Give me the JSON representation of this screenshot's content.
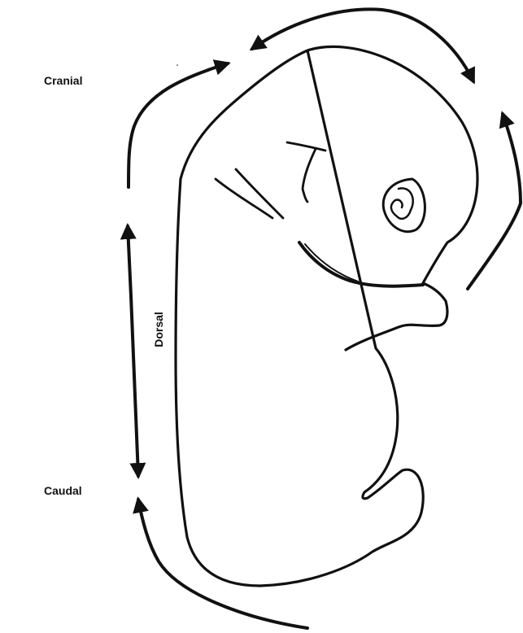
{
  "labels": {
    "cranial": "Cranial",
    "caudal": "Caudal",
    "dorsal": "Dorsal"
  },
  "colors": {
    "ink": "#111111",
    "background": "#ffffff"
  }
}
